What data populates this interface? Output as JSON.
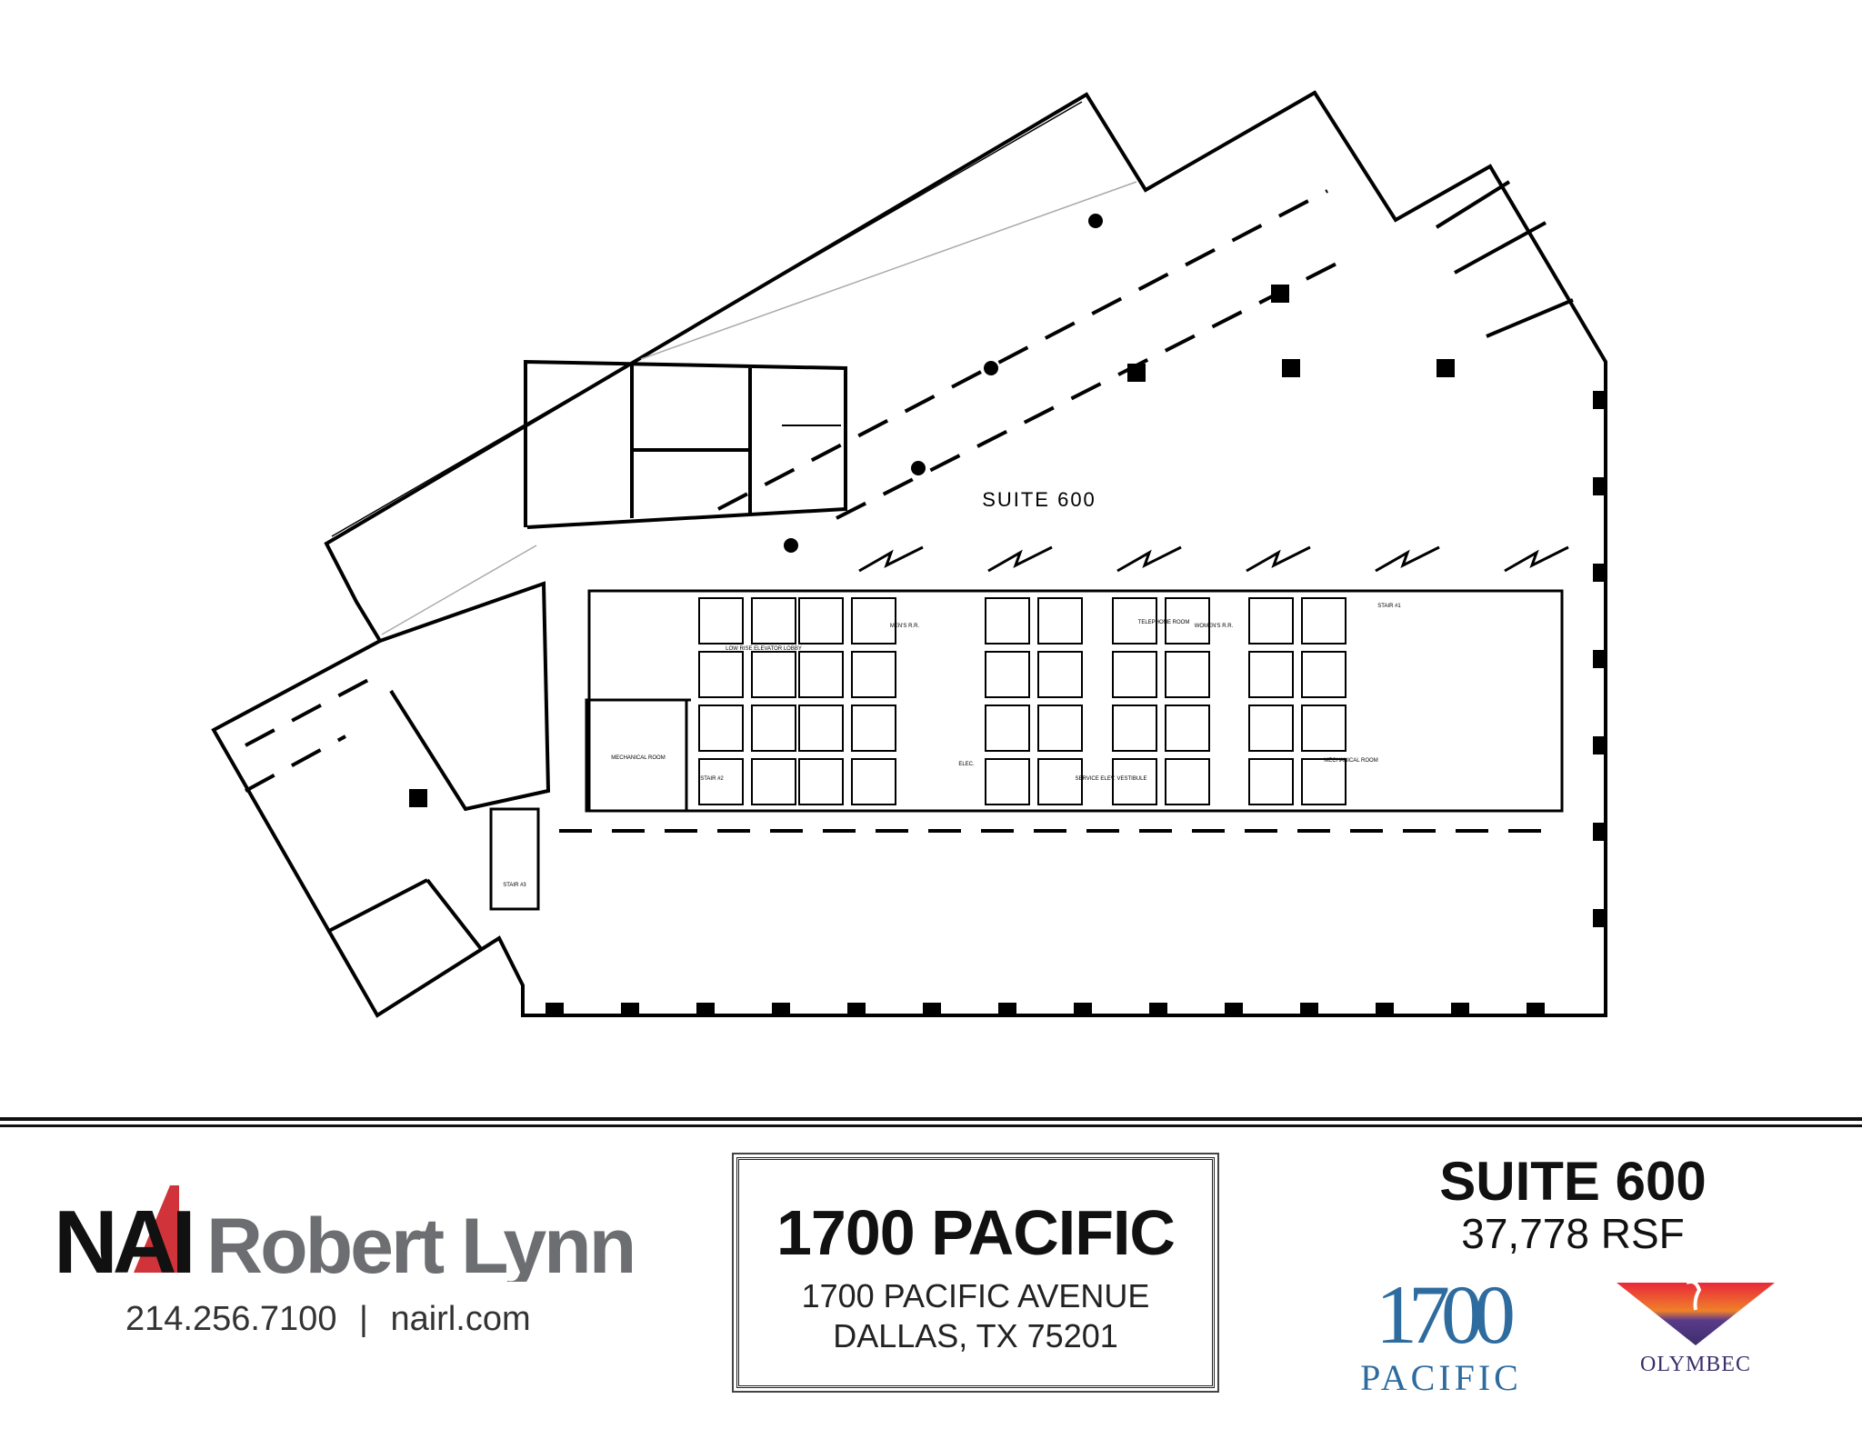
{
  "floor_plan": {
    "suite_label": "SUITE 600",
    "rooms": {
      "low_rise_lobby": "LOW RISE ELEVATOR LOBBY",
      "mens_rr": "MEN'S R.R.",
      "telephone": "TELEPHONE ROOM",
      "womens_rr": "WOMEN'S R.R.",
      "stair_1": "STAIR #1",
      "stair_2": "STAIR #2",
      "stair_3": "STAIR #3",
      "mech_1": "MECHANICAL ROOM",
      "mech_2": "MECHANICAL ROOM",
      "elec": "ELEC.",
      "service": "SERVICE ELEV. VESTIBULE"
    }
  },
  "footer": {
    "brand": {
      "nai": "NAI",
      "name": "Robert Lynn",
      "phone": "214.256.7100",
      "separator": "|",
      "website": "nairl.com",
      "colors": {
        "nai_black": "#111111",
        "nai_red": "#d0343a",
        "name_gray": "#6d6e71"
      }
    },
    "property": {
      "title": "1700 PACIFIC",
      "address_line1": "1700 PACIFIC AVENUE",
      "address_line2": "DALLAS, TX 75201"
    },
    "suite": {
      "name": "SUITE 600",
      "area": "37,778 RSF"
    },
    "logos": {
      "pacific_number": "1700",
      "pacific_word": "PACIFIC",
      "pacific_color": "#2e6b9e",
      "olymbec_word": "OLYMBEC",
      "olymbec_color": "#3b2f6b"
    }
  }
}
